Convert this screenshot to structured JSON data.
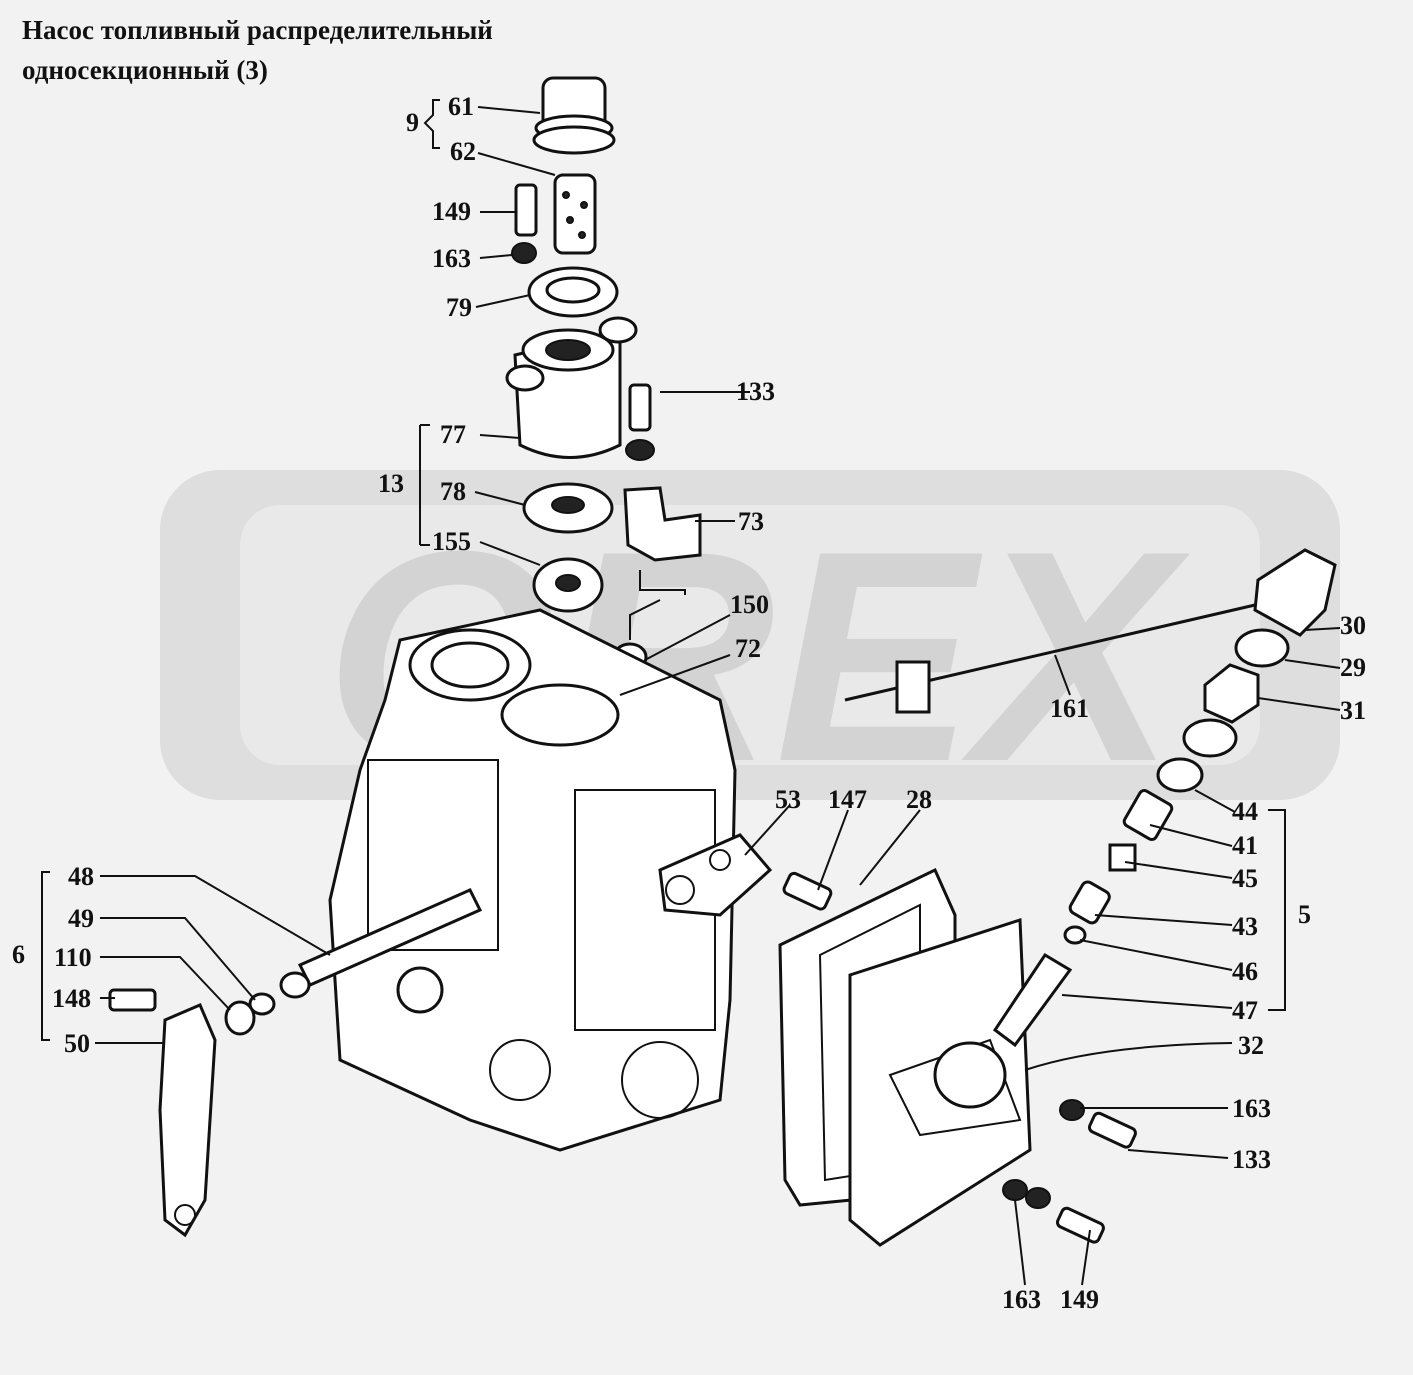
{
  "title_lines": [
    "Насос топливный распределительный",
    "односекционный (3)"
  ],
  "watermark": {
    "text": "OREX",
    "color": "#d6d6d6"
  },
  "labels": {
    "l61": "61",
    "l62": "62",
    "l9": "9",
    "l149a": "149",
    "l163a": "163",
    "l79": "79",
    "l133a": "133",
    "l77": "77",
    "l13": "13",
    "l78": "78",
    "l73": "73",
    "l155": "155",
    "l150": "150",
    "l72": "72",
    "l30": "30",
    "l29": "29",
    "l31": "31",
    "l161": "161",
    "l53": "53",
    "l147": "147",
    "l28": "28",
    "l44": "44",
    "l41": "41",
    "l45": "45",
    "l43": "43",
    "l5": "5",
    "l46": "46",
    "l47": "47",
    "l32": "32",
    "l163b": "163",
    "l133b": "133",
    "l163c": "163",
    "l149b": "149",
    "l48": "48",
    "l49": "49",
    "l110": "110",
    "l6": "6",
    "l148": "148",
    "l50": "50"
  }
}
